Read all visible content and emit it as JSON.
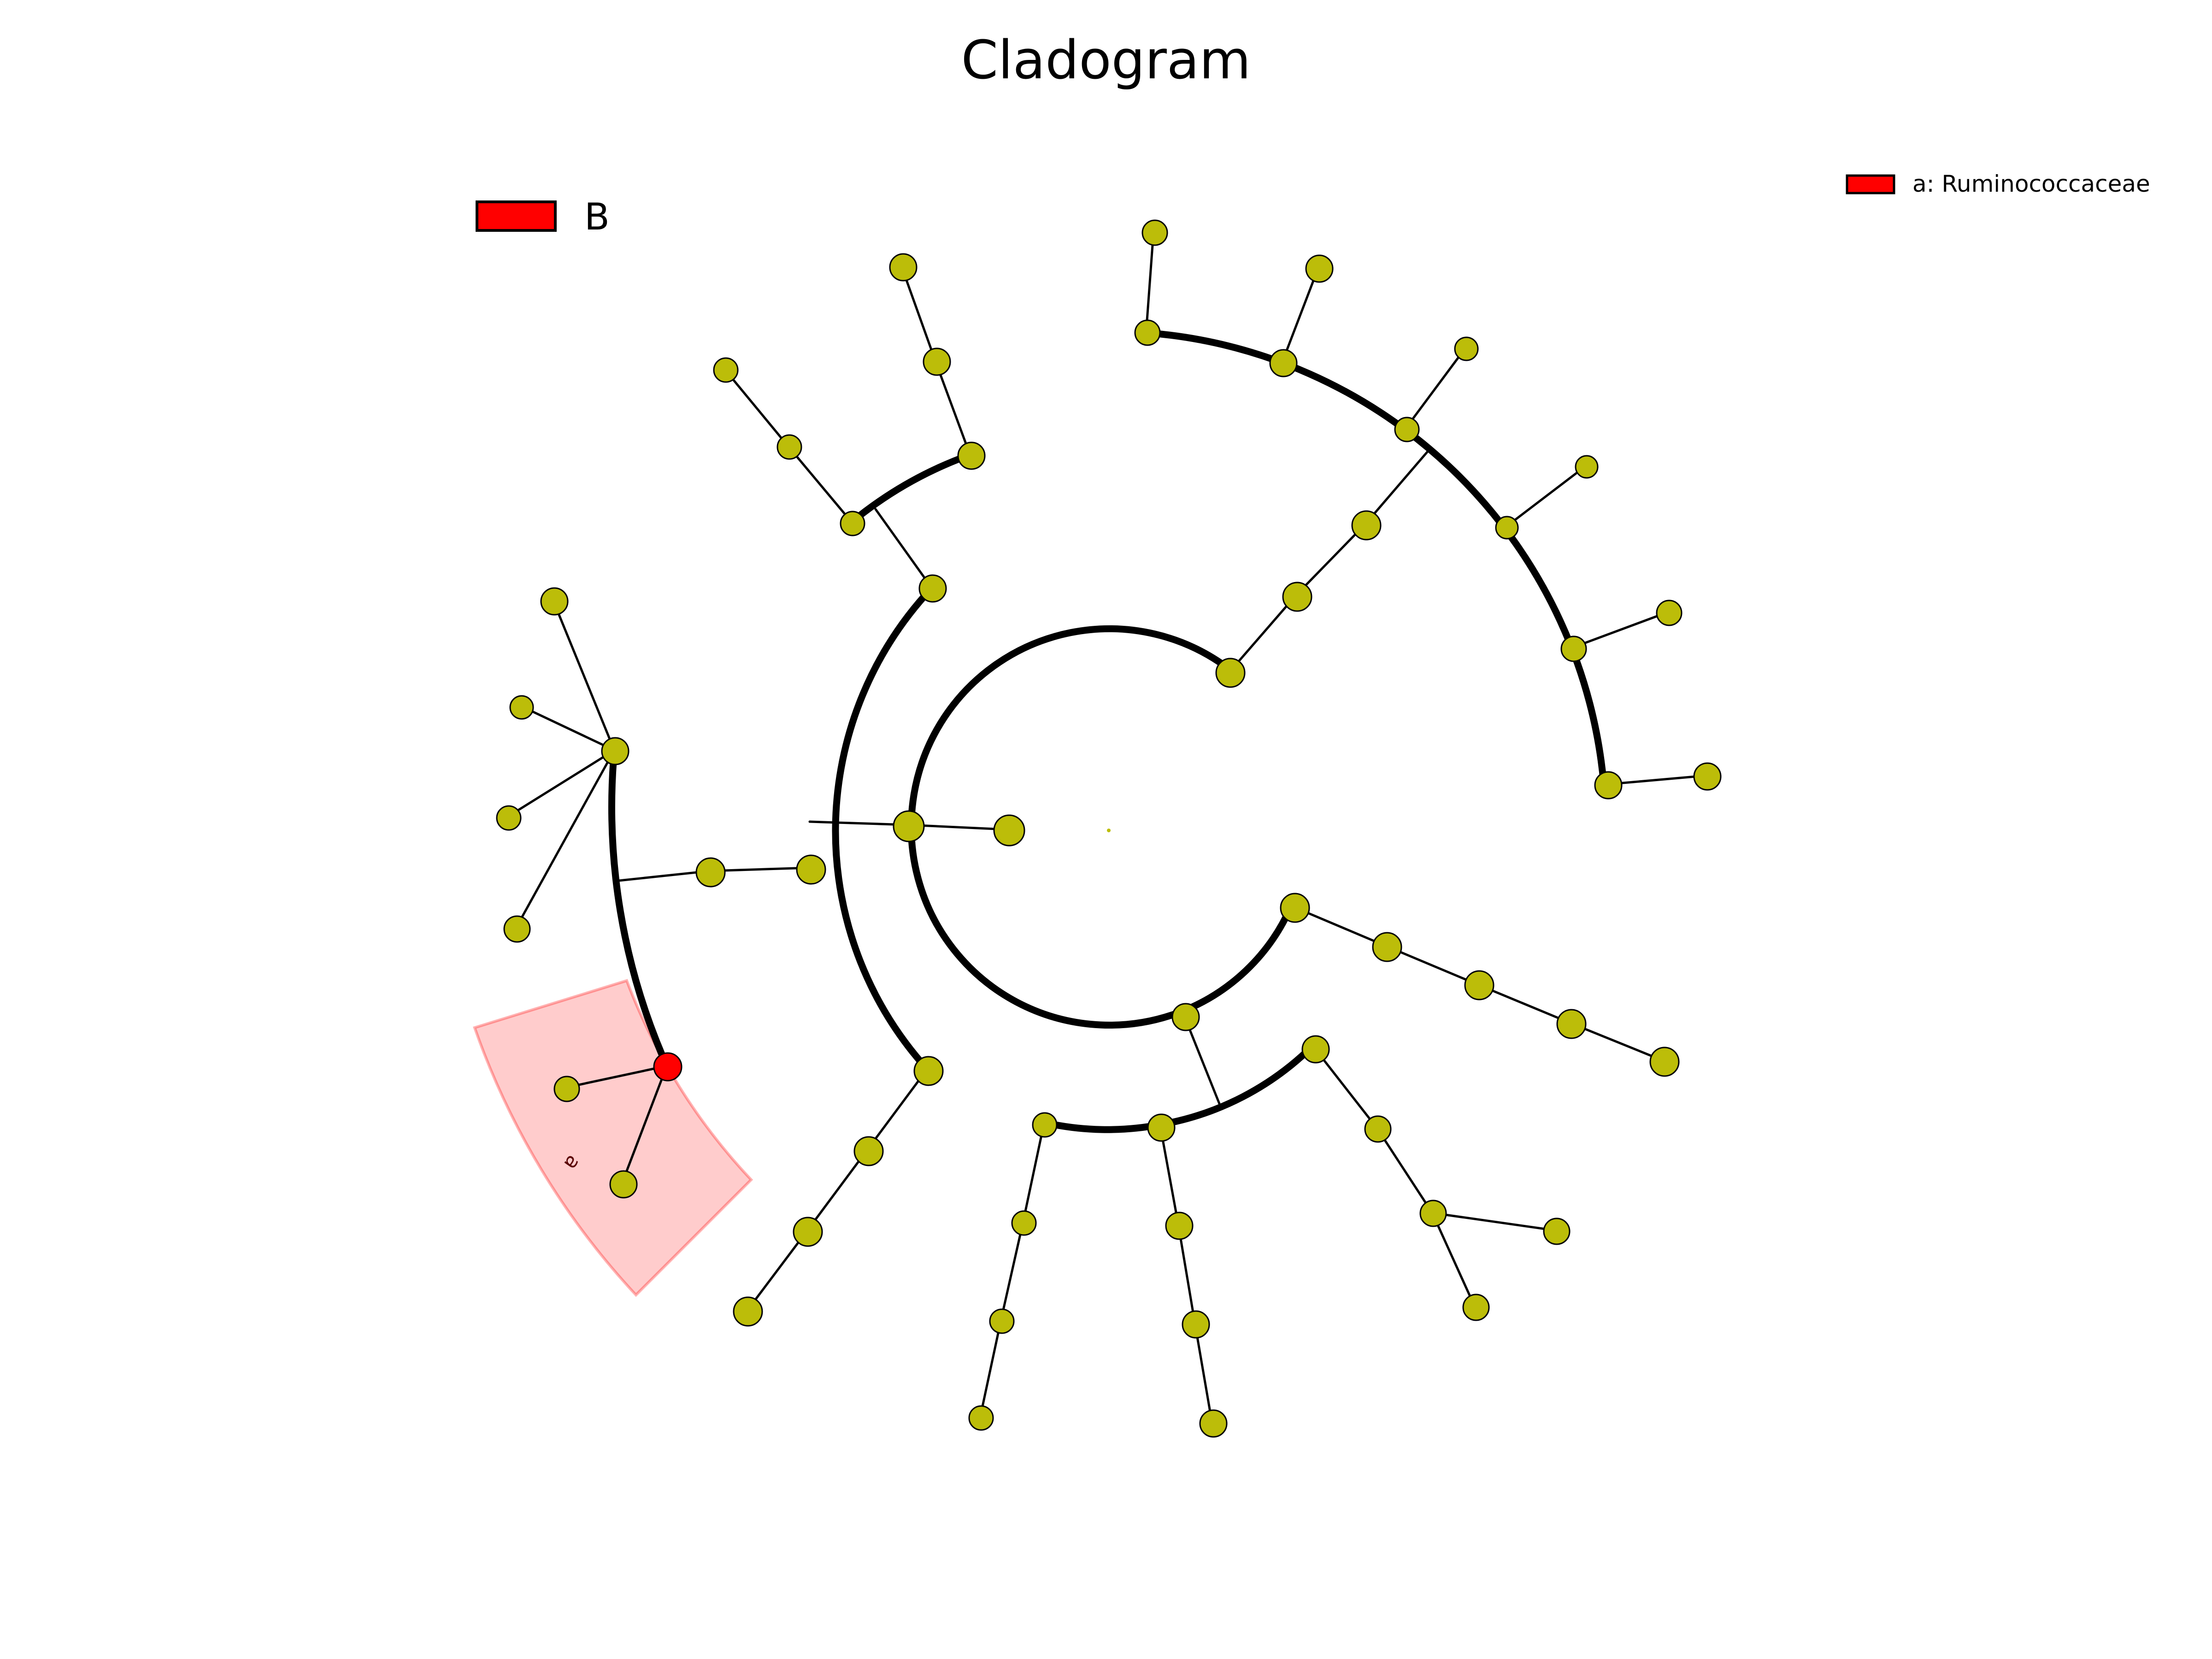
{
  "title": "Cladogram",
  "colors": {
    "node_default": "#bcbd09",
    "node_highlight": "#ff0000",
    "highlight_fill": "#ff0000",
    "edge": "#000000",
    "background": "#ffffff"
  },
  "class_legend": [
    {
      "label": "B",
      "color": "#ff0000"
    }
  ],
  "feature_legend": [
    {
      "label": "a: Ruminococcaceae",
      "color": "#ff0000"
    }
  ],
  "highlighted_clades": [
    {
      "label": "a",
      "name": "Ruminococcaceae",
      "class": "B"
    }
  ]
}
